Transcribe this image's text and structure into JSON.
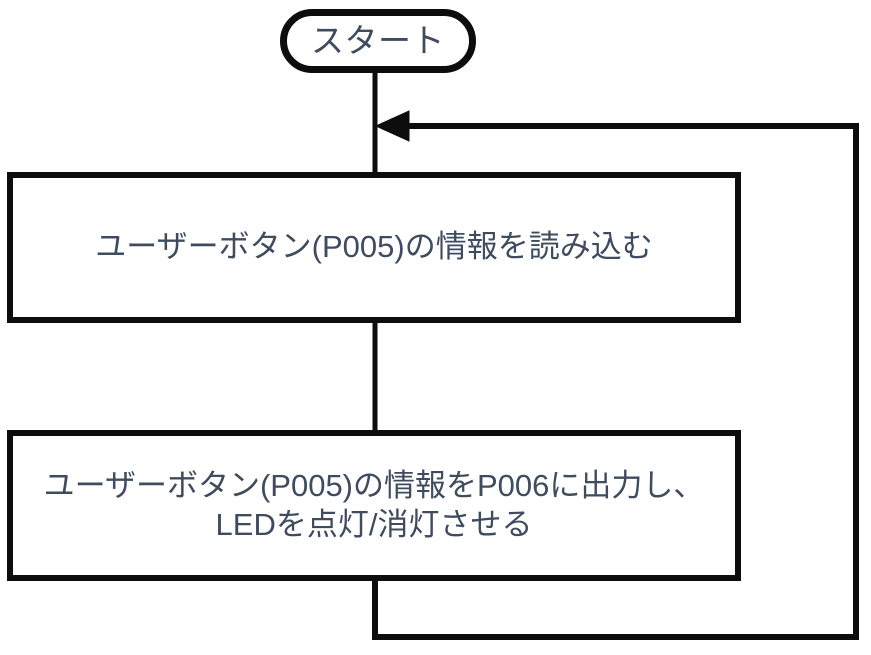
{
  "diagram": {
    "title": "flowchart",
    "colors": {
      "background": "#ffffff",
      "stroke": "#0d0d0d",
      "text": "#3f4c5f"
    },
    "nodes": {
      "start": {
        "shape": "stadium",
        "label": "スタート"
      },
      "read_button": {
        "shape": "rectangle",
        "line1": "ユーザーボタン(P005)の情報を読み込む"
      },
      "write_led": {
        "shape": "rectangle",
        "line1": "ユーザーボタン(P005)の情報をP006に出力し、",
        "line2": "LEDを点灯/消灯させる"
      }
    },
    "edges": [
      {
        "name": "start-to-read",
        "from": "start",
        "to": "read_button",
        "arrow": false
      },
      {
        "name": "read-to-write",
        "from": "read_button",
        "to": "write_led",
        "arrow": false
      },
      {
        "name": "loop-back",
        "from": "write_led",
        "to": "start-to-read-trunk",
        "arrow": true
      }
    ]
  }
}
